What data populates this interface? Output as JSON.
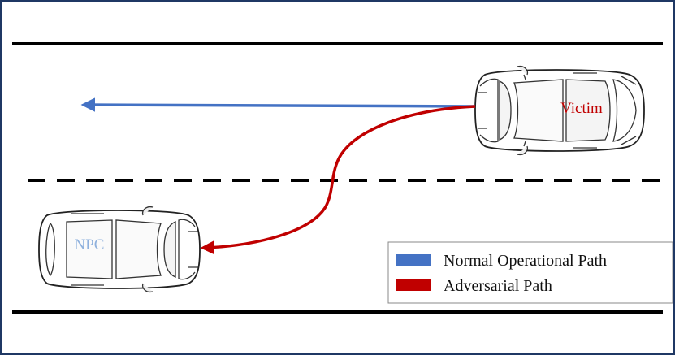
{
  "cars": {
    "victim": {
      "label": "Victim",
      "label_color": "#c00000"
    },
    "npc": {
      "label": "NPC",
      "label_color": "#8fb1dd"
    }
  },
  "legend": {
    "normal": {
      "label": "Normal Operational Path",
      "color": "#4472c4"
    },
    "adversarial": {
      "label": "Adversarial Path",
      "color": "#c00000"
    }
  },
  "colors": {
    "road_line": "#000000",
    "frame_border": "#1f3864"
  }
}
